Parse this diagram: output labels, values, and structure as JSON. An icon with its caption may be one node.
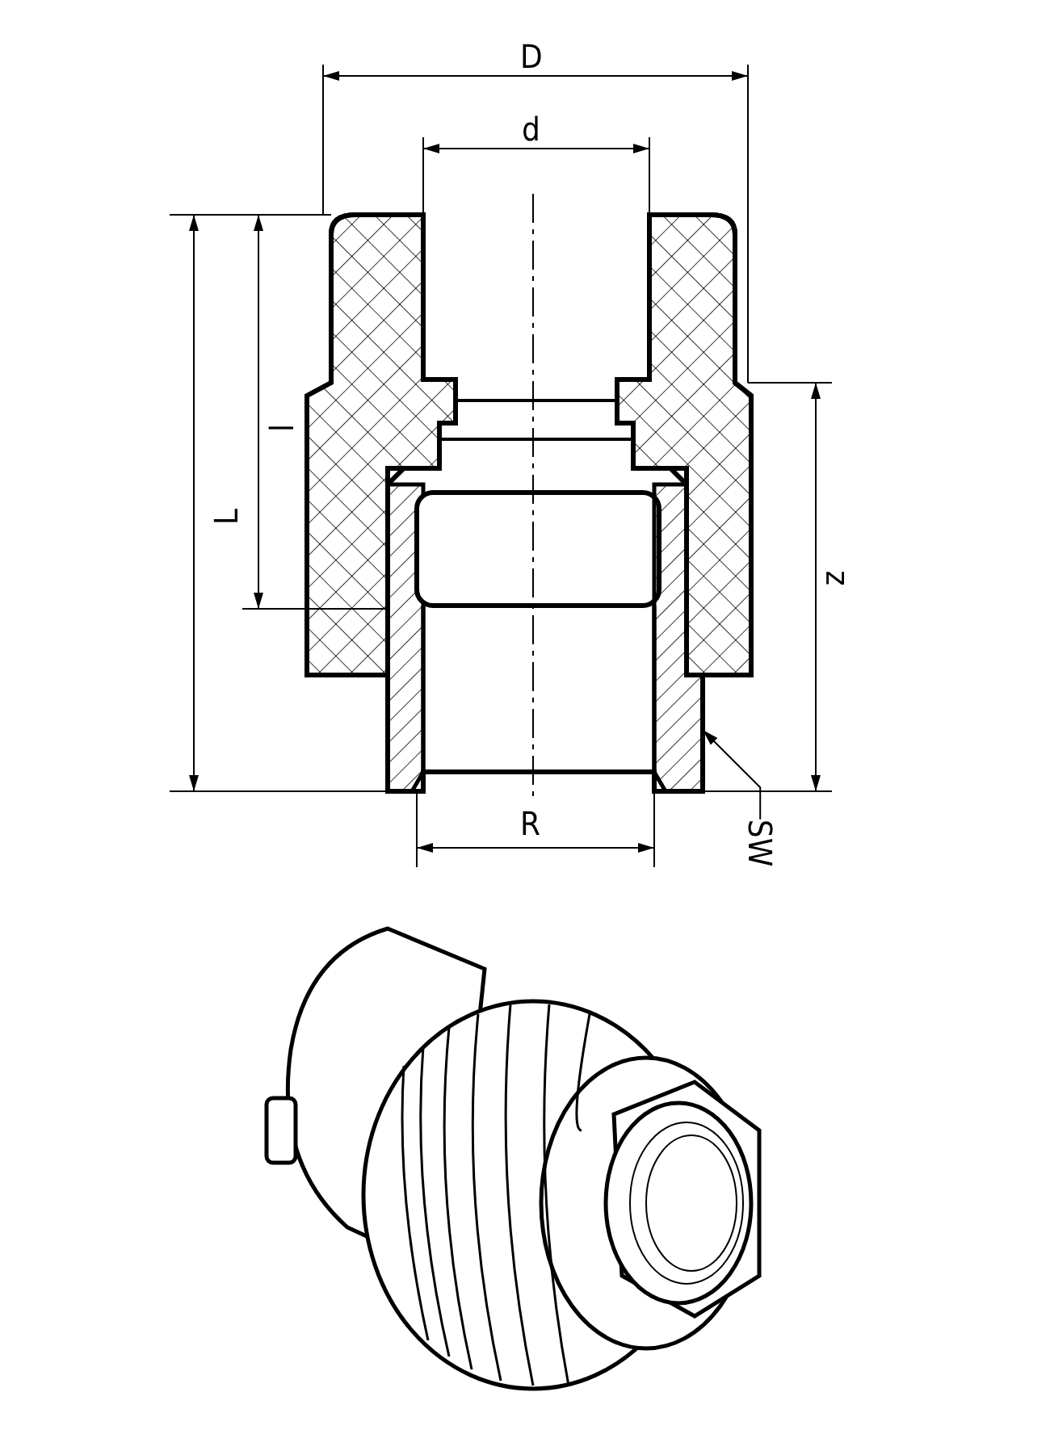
{
  "diagram": {
    "nodes": [
      {
        "text": [
          "SW"
        ]
      },
      {
        "text": [],
        "shape": "picture"
      }
    ],
    "edges": [
      {
        "from": 0,
        "to": 1,
        "arrow": "to"
      }
    ],
    "labels": [
      "D",
      "d",
      "l",
      "L",
      "z",
      "R"
    ]
  }
}
